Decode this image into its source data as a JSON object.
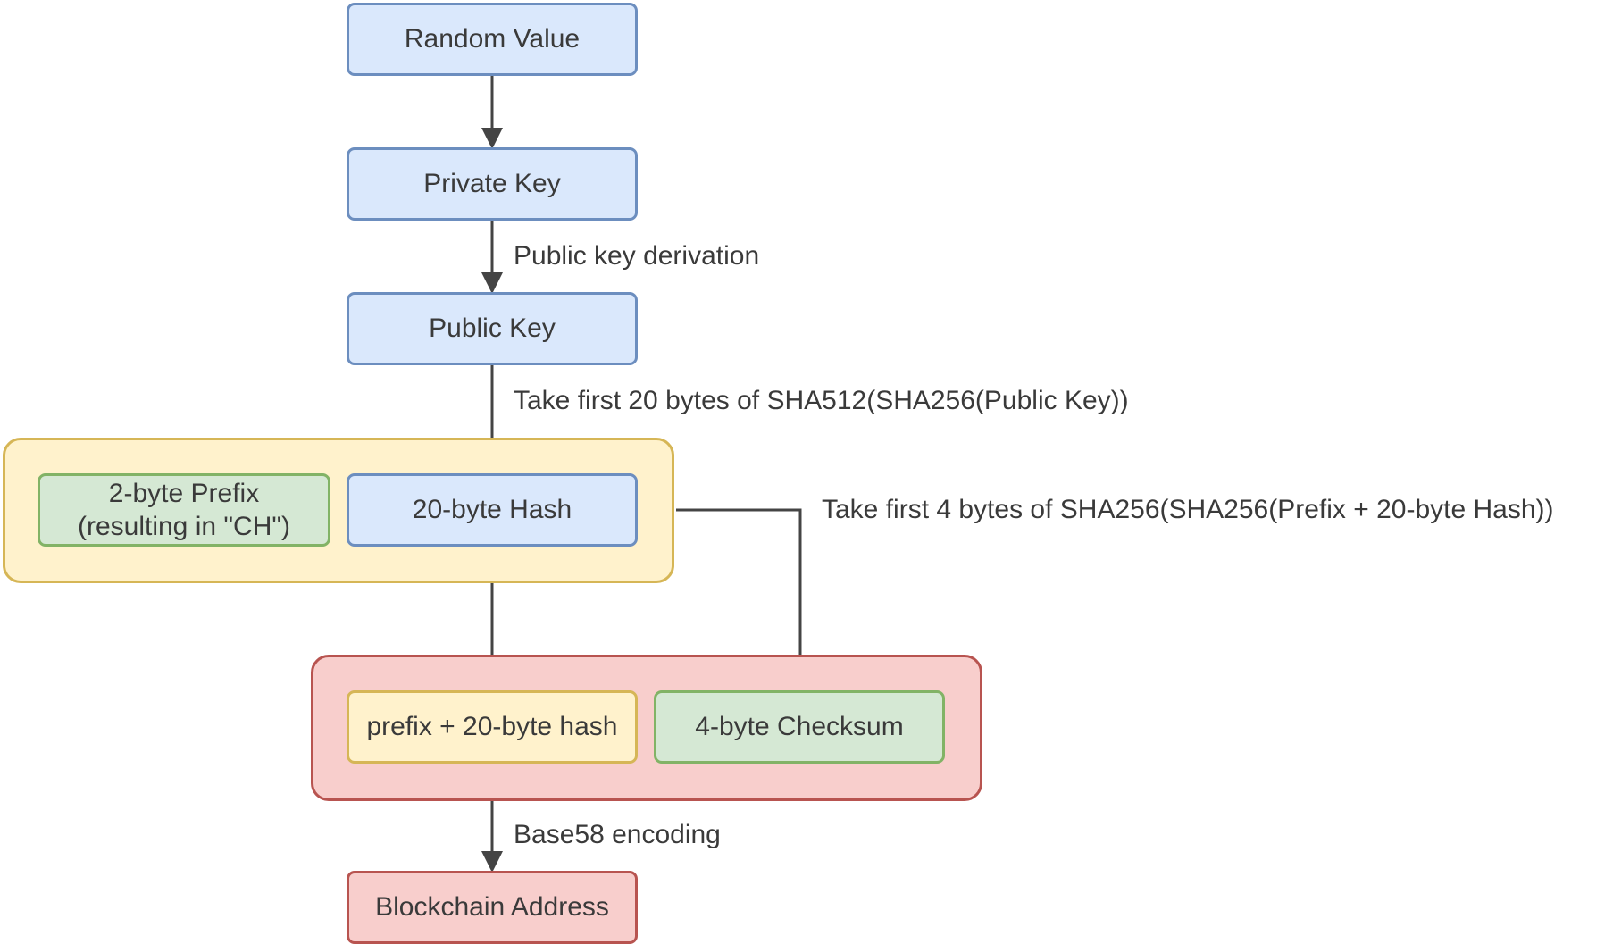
{
  "nodes": {
    "random_value": "Random Value",
    "private_key": "Private Key",
    "public_key": "Public Key",
    "prefix": "2-byte Prefix\n(resulting in \"CH\")",
    "hash": "20-byte Hash",
    "prefix_hash": "prefix + 20-byte hash",
    "checksum": "4-byte Checksum",
    "address": "Blockchain Address"
  },
  "edges": {
    "derivation": "Public key derivation",
    "sha512": "Take first 20 bytes of SHA512(SHA256(Public Key))",
    "checksum_calc": "Take first 4 bytes of SHA256(SHA256(Prefix + 20-byte Hash))",
    "base58": "Base58 encoding"
  },
  "colors": {
    "blue_fill": "#dae8fc",
    "blue_stroke": "#6c8ebf",
    "green_fill": "#d5e8d4",
    "green_stroke": "#82b366",
    "yellow_fill": "#fff2cc",
    "yellow_stroke": "#d6b656",
    "red_fill": "#f8cecc",
    "red_stroke": "#b85450",
    "edge": "#444444"
  }
}
